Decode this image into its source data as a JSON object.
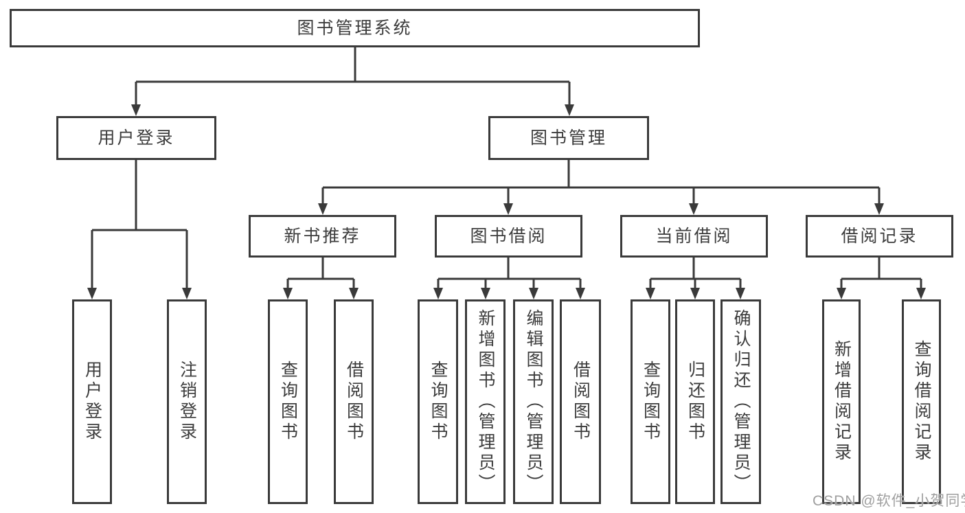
{
  "tree": {
    "label": "图书管理系统",
    "children": [
      {
        "label": "用户登录",
        "children": [
          {
            "label": "用户登录"
          },
          {
            "label": "注销登录"
          }
        ]
      },
      {
        "label": "图书管理",
        "children": [
          {
            "label": "新书推荐",
            "children": [
              {
                "label": "查询图书"
              },
              {
                "label": "借阅图书"
              }
            ]
          },
          {
            "label": "图书借阅",
            "children": [
              {
                "label": "查询图书"
              },
              {
                "label": "新增图书（管理员）"
              },
              {
                "label": "编辑图书（管理员）"
              },
              {
                "label": "借阅图书"
              }
            ]
          },
          {
            "label": "当前借阅",
            "children": [
              {
                "label": "查询图书"
              },
              {
                "label": "归还图书"
              },
              {
                "label": "确认归还（管理员）"
              }
            ]
          },
          {
            "label": "借阅记录",
            "children": [
              {
                "label": "新增借阅记录"
              },
              {
                "label": "查询借阅记录"
              }
            ]
          }
        ]
      }
    ]
  },
  "watermark": "CSDN @软件_小贺同学",
  "colors": {
    "line": "#3a3a3a",
    "text": "#3c3c3c",
    "background": "#ffffff",
    "watermark": "#9f9f9f"
  }
}
